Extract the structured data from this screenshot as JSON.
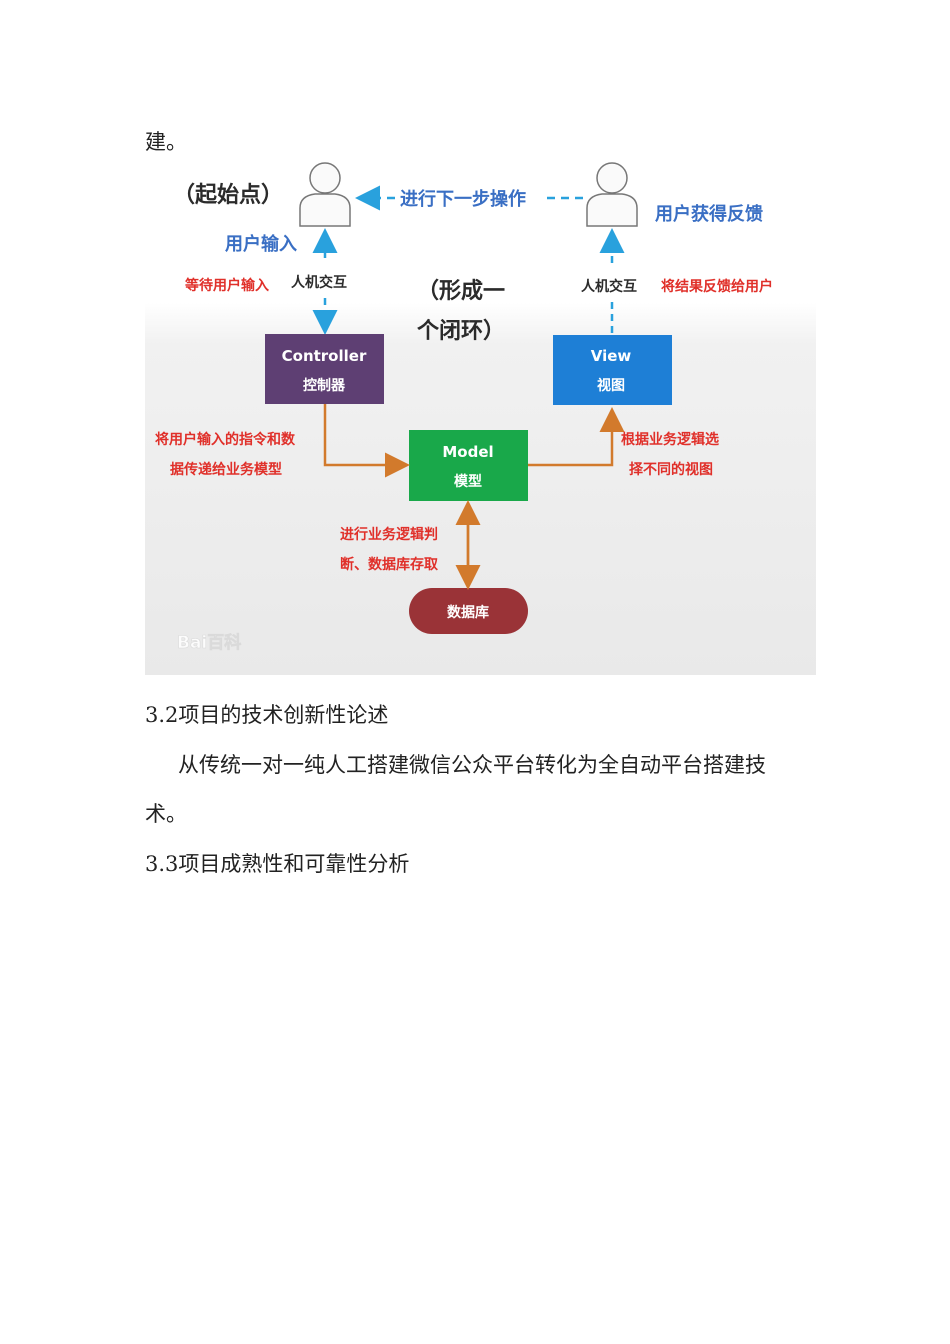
{
  "text": {
    "line_top": "建。",
    "heading_32": "3.2项目的技术创新性论述",
    "para_1a": "从传统一对一纯人工搭建微信公众平台转化为全自动平台搭建技",
    "para_1b": "术。",
    "heading_33": "3.3项目成熟性和可靠性分析"
  },
  "diagram": {
    "start_label": "（起始点）",
    "next_step": "进行下一步操作",
    "user_feedback": "用户获得反馈",
    "user_input": "用户输入",
    "wait_input": "等待用户输入",
    "hci_left": "人机交互",
    "hci_right": "人机交互",
    "feedback_to_user": "将结果反馈给用户",
    "loop_line1": "（形成一",
    "loop_line2": "个闭环）",
    "controller_en": "Controller",
    "controller_cn": "控制器",
    "view_en": "View",
    "view_cn": "视图",
    "model_en": "Model",
    "model_cn": "模型",
    "pass_line1": "将用户输入的指令和数",
    "pass_line2": "据传递给业务模型",
    "select_line1": "根据业务逻辑选",
    "select_line2": "择不同的视图",
    "logic_line1": "进行业务逻辑判",
    "logic_line2": "断、数据库存取",
    "database": "数据库",
    "watermark": "Bai百科"
  },
  "colors": {
    "blue_label": "#3a6fc4",
    "red_label": "#e0302a",
    "controller": "#5e3f73",
    "view": "#1e7fd6",
    "model": "#19a84a",
    "database": "#9a3337",
    "arrow_orange": "#d27a2c",
    "arrow_blue": "#29a1dd"
  }
}
